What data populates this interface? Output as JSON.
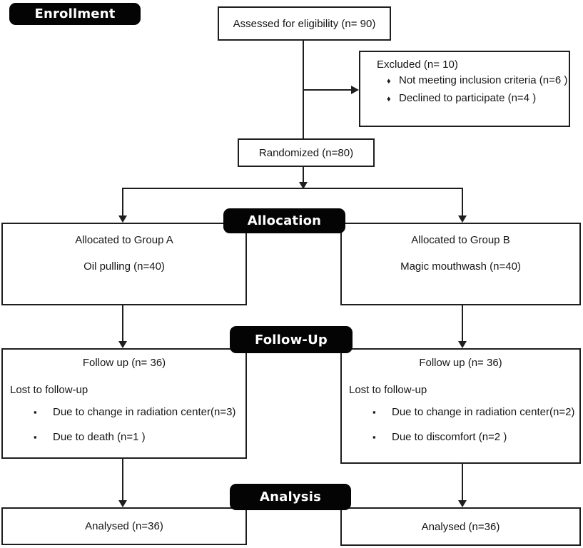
{
  "stage_labels": {
    "enrollment": "Enrollment",
    "allocation": "Allocation",
    "followup": "Follow-Up",
    "analysis": "Analysis"
  },
  "boxes": {
    "assessed": {
      "text": "Assessed for eligibility (n= 90)"
    },
    "excluded": {
      "title": "Excluded (n= 10)",
      "bullet_char": "♦",
      "items": [
        "Not meeting inclusion criteria (n=6 )",
        "Declined to participate (n=4 )"
      ]
    },
    "randomized": {
      "text": "Randomized (n=80)"
    },
    "alloc_a": {
      "line1": "Allocated to Group A",
      "line2": "Oil pulling (n=40)"
    },
    "alloc_b": {
      "line1": "Allocated to Group B",
      "line2": "Magic mouthwash (n=40)"
    },
    "followup_a": {
      "title": "Follow up (n= 36)",
      "subtitle": "Lost to follow-up",
      "bullet_char": "▪",
      "items": [
        "Due to change in radiation center(n=3)",
        "Due to death (n=1 )"
      ]
    },
    "followup_b": {
      "title": "Follow up (n= 36)",
      "subtitle": "Lost to follow-up",
      "bullet_char": "▪",
      "items": [
        "Due to change in radiation center(n=2)",
        "Due to discomfort (n=2 )"
      ]
    },
    "analysed_a": {
      "text": "Analysed (n=36)"
    },
    "analysed_b": {
      "text": "Analysed (n=36)"
    }
  },
  "colors": {
    "line": "#1e1e1e",
    "label_background": "#040404",
    "label_text": "#ffffff",
    "box_background": "#ffffff"
  }
}
